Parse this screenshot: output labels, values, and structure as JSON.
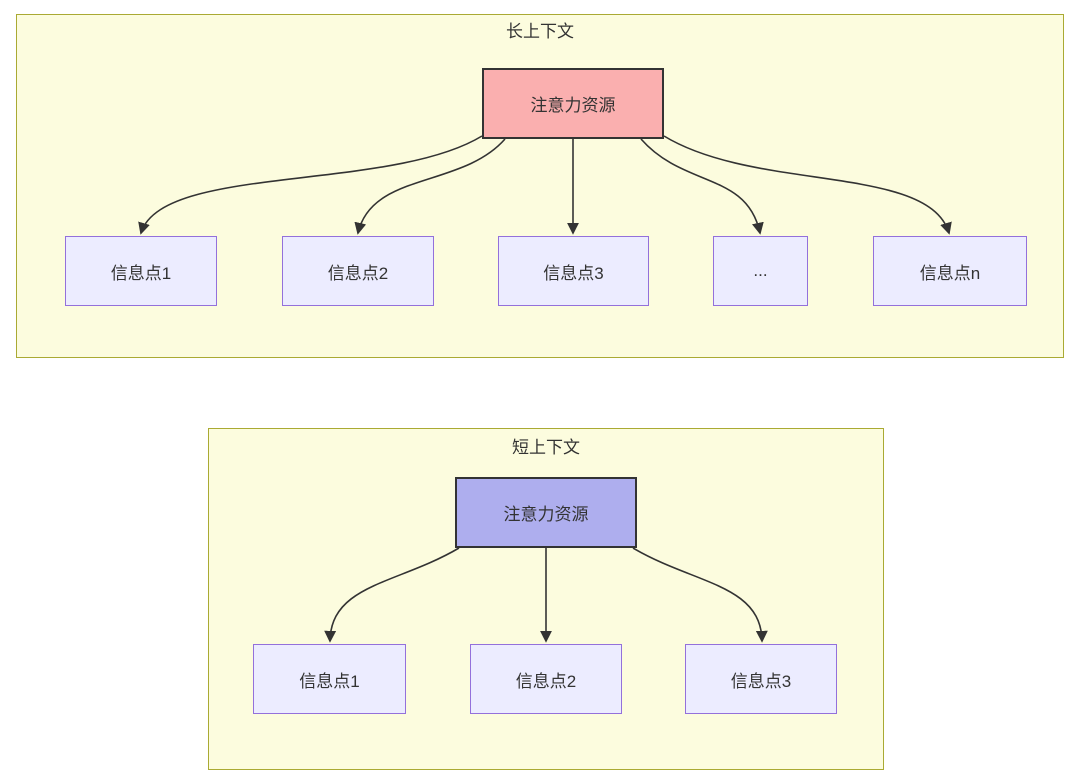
{
  "colors": {
    "cluster_fill": "#FCFCDE",
    "cluster_border": "#AAAA33",
    "info_node_fill": "#ECECFF",
    "info_node_border": "#9370DB",
    "attention_long_fill": "#FAAFAF",
    "attention_short_fill": "#AEAEEE",
    "attention_border": "#333333",
    "edge_color": "#333333",
    "text_color": "#333333"
  },
  "long_context": {
    "title": "长上下文",
    "attention_label": "注意力资源",
    "nodes": [
      {
        "label": "信息点1"
      },
      {
        "label": "信息点2"
      },
      {
        "label": "信息点3"
      },
      {
        "label": "..."
      },
      {
        "label": "信息点n"
      }
    ]
  },
  "short_context": {
    "title": "短上下文",
    "attention_label": "注意力资源",
    "nodes": [
      {
        "label": "信息点1"
      },
      {
        "label": "信息点2"
      },
      {
        "label": "信息点3"
      }
    ]
  }
}
